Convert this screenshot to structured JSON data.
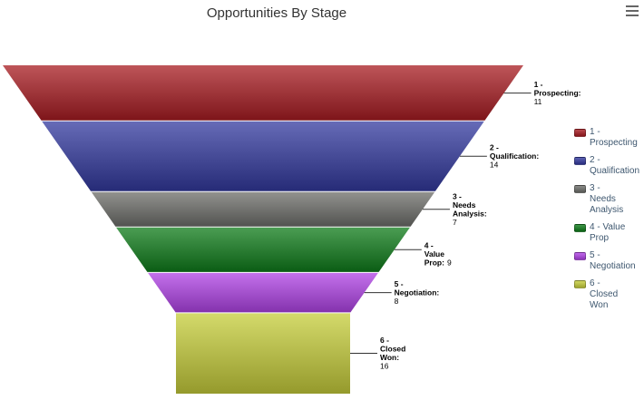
{
  "title": "Opportunities By Stage",
  "menu_icon": "hamburger-menu-icon",
  "chart_data": {
    "type": "funnel",
    "title": "Opportunities By Stage",
    "categories": [
      "1 - Prospecting",
      "2 - Qualification",
      "3 - Needs Analysis",
      "4 - Value Prop",
      "5 - Negotiation",
      "6 - Closed Won"
    ],
    "values": [
      11,
      14,
      7,
      9,
      8,
      16
    ],
    "colors": [
      "#a81c22",
      "#33399f",
      "#6d6e6a",
      "#0f7c1a",
      "#b042e6",
      "#c6cd3a"
    ],
    "legend_position": "right",
    "data_labels": [
      {
        "lines": [
          "1 -",
          "Prospecting:"
        ],
        "value": "11"
      },
      {
        "lines": [
          "2 -",
          "Qualification:"
        ],
        "value": "14"
      },
      {
        "lines": [
          "3 -",
          "Needs",
          "Analysis:"
        ],
        "value": "7"
      },
      {
        "lines": [
          "4 -",
          "Value"
        ],
        "last_bold": "Prop:",
        "value": "9"
      },
      {
        "lines": [
          "5 -",
          "Negotiation:"
        ],
        "value": "8"
      },
      {
        "lines": [
          "6 -",
          "Closed",
          "Won:"
        ],
        "value": "16"
      }
    ],
    "legend": [
      {
        "lines": [
          "1 -",
          "Prospecting"
        ]
      },
      {
        "lines": [
          "2 -",
          "Qualification"
        ]
      },
      {
        "lines": [
          "3 -",
          "Needs",
          "Analysis"
        ]
      },
      {
        "lines": [
          "4 - Value",
          "Prop"
        ]
      },
      {
        "lines": [
          "5 -",
          "Negotiation"
        ]
      },
      {
        "lines": [
          "6 -",
          "Closed",
          "Won"
        ]
      }
    ]
  }
}
